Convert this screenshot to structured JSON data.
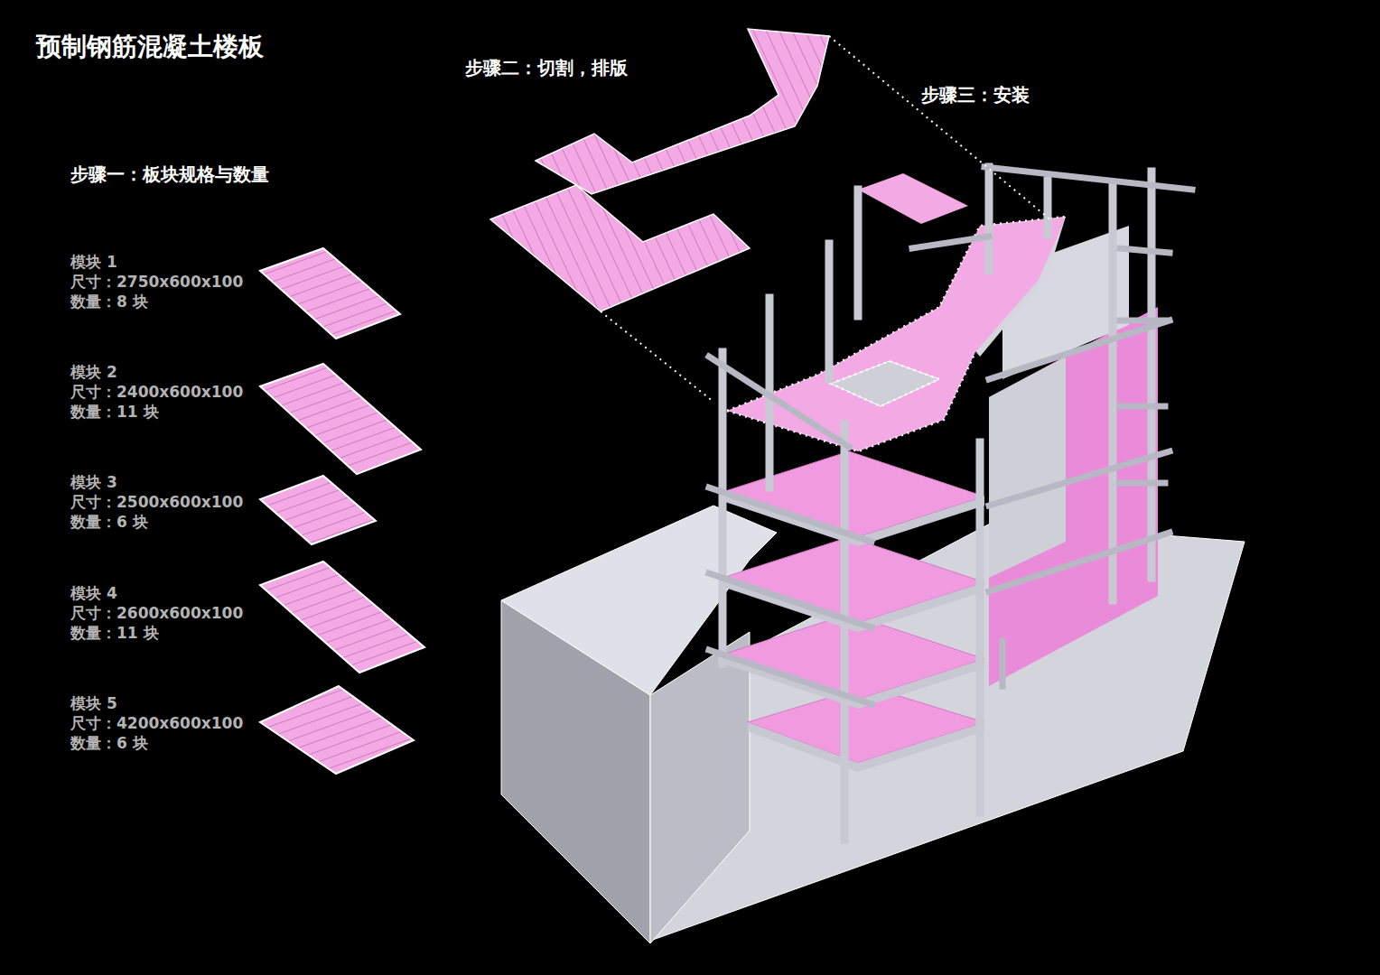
{
  "diagram": {
    "title": "预制钢筋混凝土楼板",
    "labels": [
      "步骤二：切割，排版",
      "步骤三：安装",
      "步骤一：板块规格与数量",
      "模块 1",
      "尺寸：2750x600x100",
      "数量：8 块",
      "模块 2",
      "尺寸：2400x600x100",
      "数量：11 块",
      "模块 3",
      "尺寸：2500x600x100",
      "数量：6 块",
      "模块 4",
      "尺寸：2600x600x100",
      "数量：11 块",
      "模块 5",
      "尺寸：4200x600x100",
      "数量：6 块"
    ]
  }
}
